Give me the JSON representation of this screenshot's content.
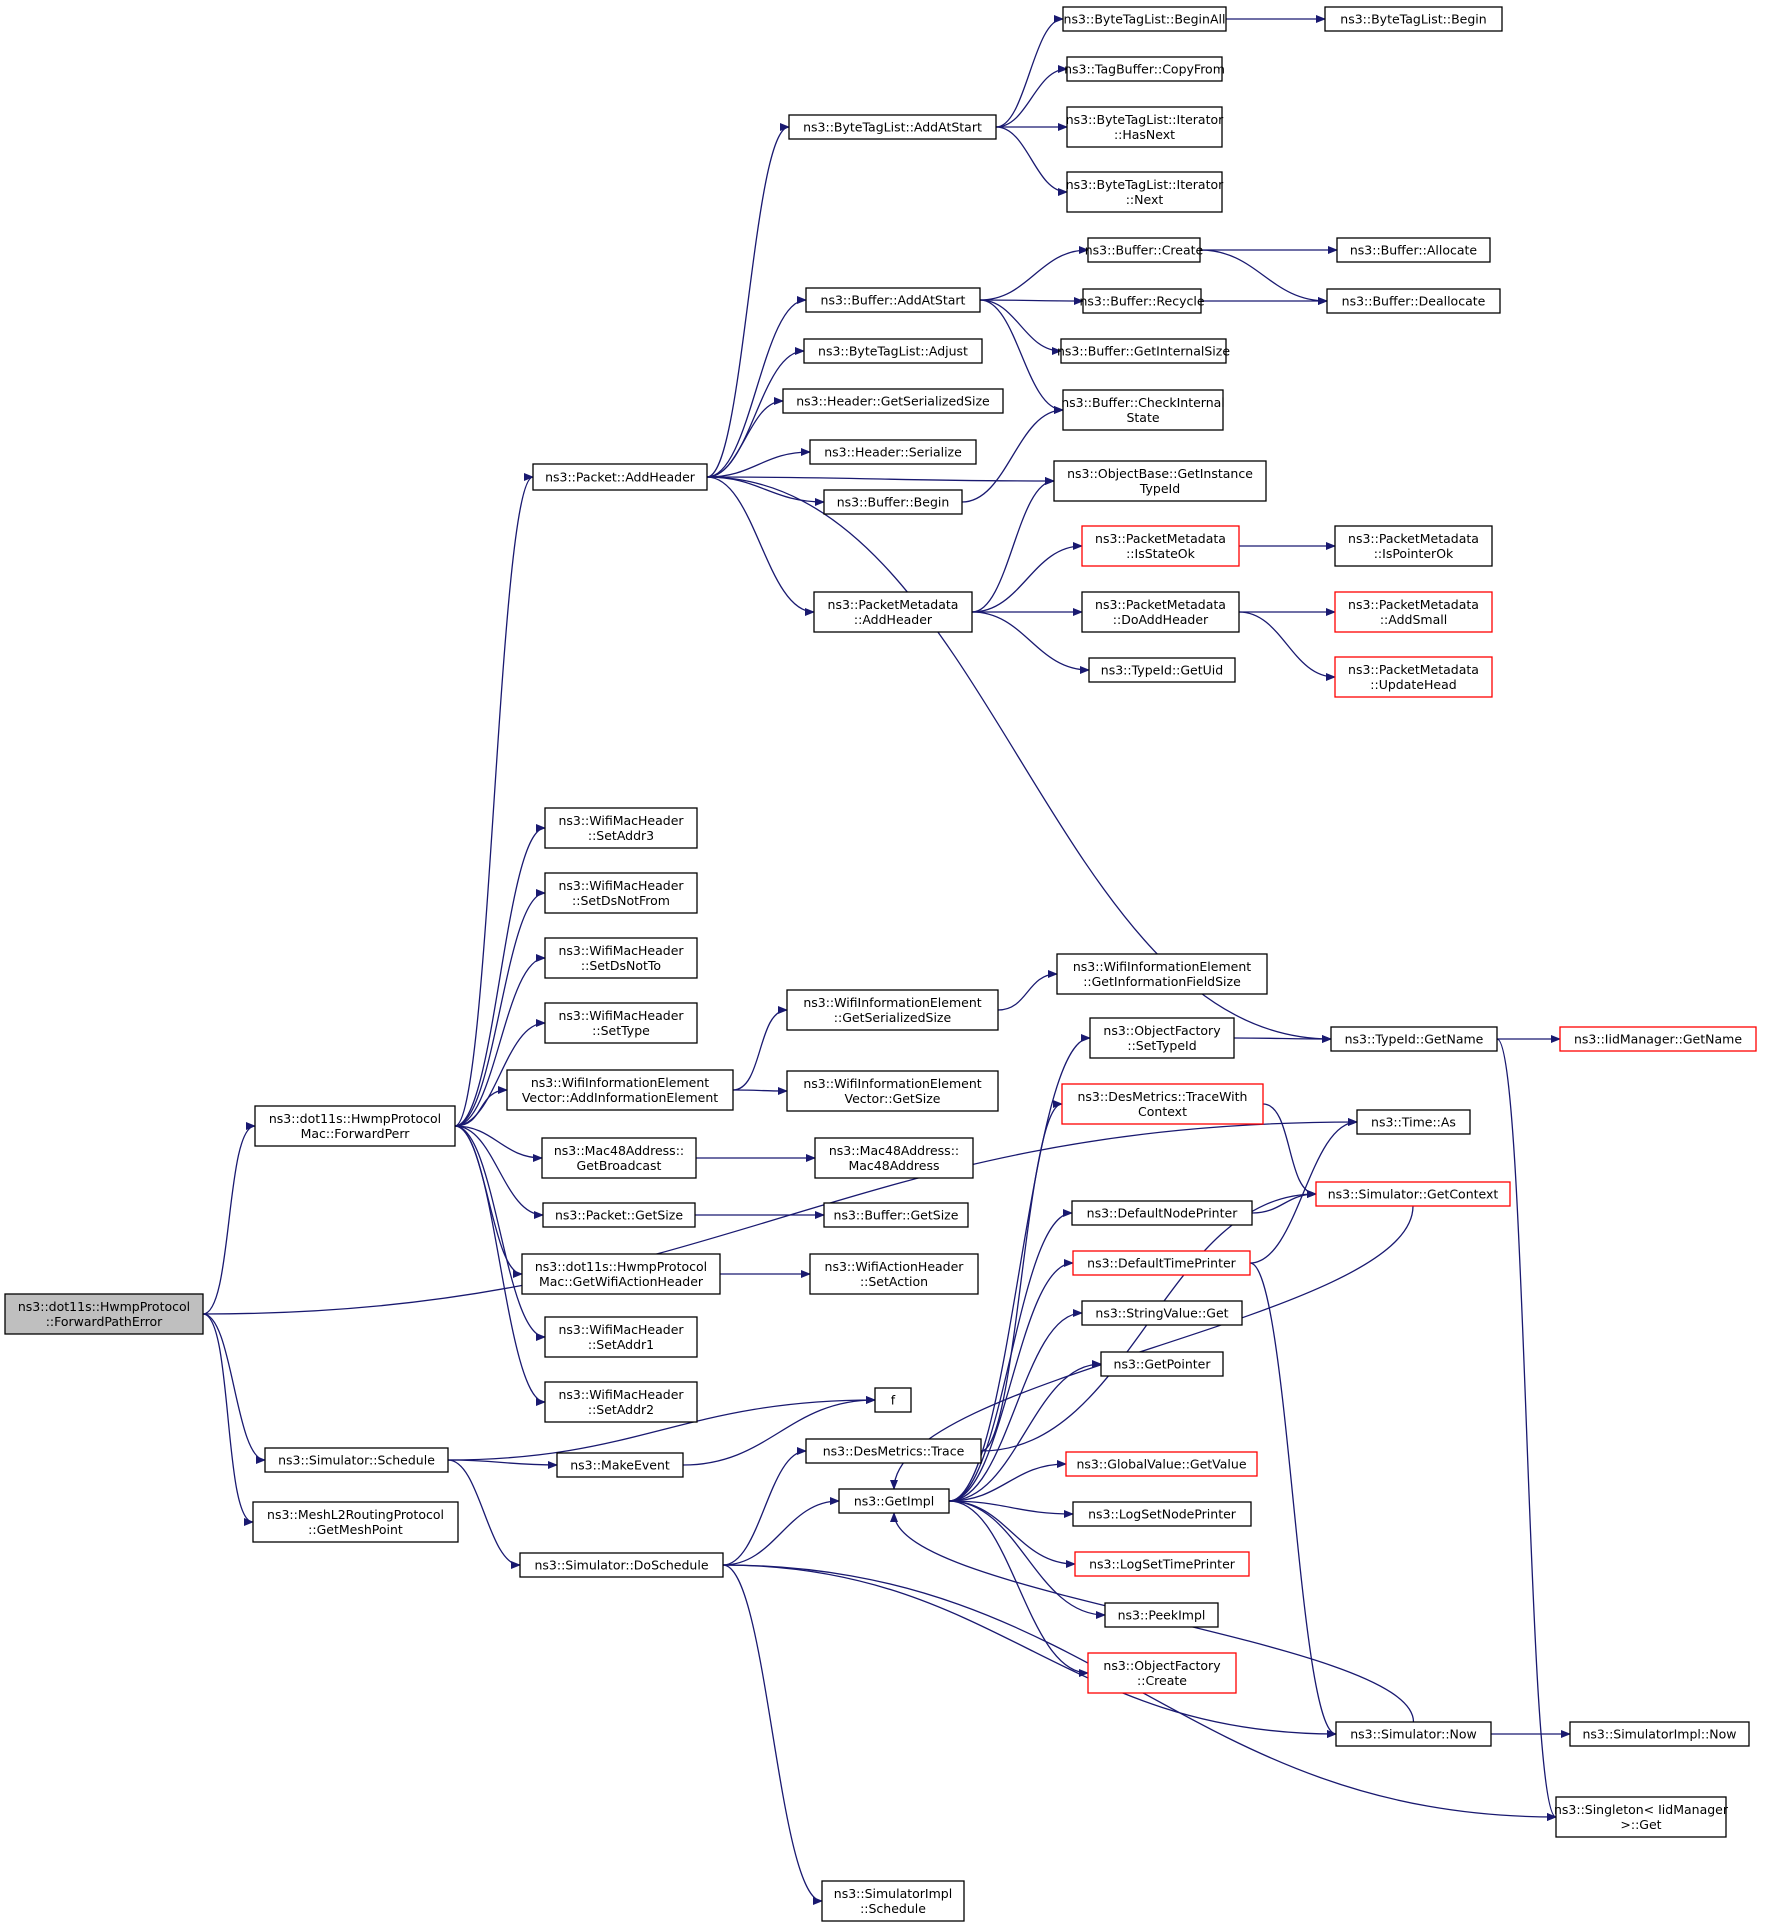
{
  "colors": {
    "edge": "#191970",
    "node_border": "#000000",
    "node_border_truncated": "#ff0000",
    "root_fill": "#bfbfbf"
  },
  "nodes": [
    {
      "id": "root",
      "lines": [
        "ns3::dot11s::HwmpProtocol",
        "::ForwardPathError"
      ],
      "style": "root"
    },
    {
      "id": "fwdperr",
      "lines": [
        "ns3::dot11s::HwmpProtocol",
        "Mac::ForwardPerr"
      ]
    },
    {
      "id": "simsched",
      "lines": [
        "ns3::Simulator::Schedule"
      ]
    },
    {
      "id": "getmesh",
      "lines": [
        "ns3::MeshL2RoutingProtocol",
        "::GetMeshPoint"
      ]
    },
    {
      "id": "pkt_addhdr",
      "lines": [
        "ns3::Packet::AddHeader"
      ]
    },
    {
      "id": "wmh_addr3",
      "lines": [
        "ns3::WifiMacHeader",
        "::SetAddr3"
      ]
    },
    {
      "id": "wmh_dsnotfrom",
      "lines": [
        "ns3::WifiMacHeader",
        "::SetDsNotFrom"
      ]
    },
    {
      "id": "wmh_dsnotto",
      "lines": [
        "ns3::WifiMacHeader",
        "::SetDsNotTo"
      ]
    },
    {
      "id": "wmh_settype",
      "lines": [
        "ns3::WifiMacHeader",
        "::SetType"
      ]
    },
    {
      "id": "wiev_add",
      "lines": [
        "ns3::WifiInformationElement",
        "Vector::AddInformationElement"
      ]
    },
    {
      "id": "mac48_bcast",
      "lines": [
        "ns3::Mac48Address::",
        "GetBroadcast"
      ]
    },
    {
      "id": "pkt_getsize",
      "lines": [
        "ns3::Packet::GetSize"
      ]
    },
    {
      "id": "hwmp_getwah",
      "lines": [
        "ns3::dot11s::HwmpProtocol",
        "Mac::GetWifiActionHeader"
      ]
    },
    {
      "id": "wmh_addr1",
      "lines": [
        "ns3::WifiMacHeader",
        "::SetAddr1"
      ]
    },
    {
      "id": "wmh_addr2",
      "lines": [
        "ns3::WifiMacHeader",
        "::SetAddr2"
      ]
    },
    {
      "id": "makeevent",
      "lines": [
        "ns3::MakeEvent"
      ]
    },
    {
      "id": "dosched",
      "lines": [
        "ns3::Simulator::DoSchedule"
      ]
    },
    {
      "id": "btl_addatstart",
      "lines": [
        "ns3::ByteTagList::AddAtStart"
      ]
    },
    {
      "id": "buf_addatstart",
      "lines": [
        "ns3::Buffer::AddAtStart"
      ]
    },
    {
      "id": "btl_adjust",
      "lines": [
        "ns3::ByteTagList::Adjust"
      ]
    },
    {
      "id": "hdr_getser",
      "lines": [
        "ns3::Header::GetSerializedSize"
      ]
    },
    {
      "id": "hdr_ser",
      "lines": [
        "ns3::Header::Serialize"
      ]
    },
    {
      "id": "buf_begin",
      "lines": [
        "ns3::Buffer::Begin"
      ]
    },
    {
      "id": "pm_addhdr",
      "lines": [
        "ns3::PacketMetadata",
        "::AddHeader"
      ]
    },
    {
      "id": "wie_getser",
      "lines": [
        "ns3::WifiInformationElement",
        "::GetSerializedSize"
      ]
    },
    {
      "id": "wiev_getsize",
      "lines": [
        "ns3::WifiInformationElement",
        "Vector::GetSize"
      ]
    },
    {
      "id": "mac48_ctor",
      "lines": [
        "ns3::Mac48Address::",
        "Mac48Address"
      ]
    },
    {
      "id": "buf_getsize",
      "lines": [
        "ns3::Buffer::GetSize"
      ]
    },
    {
      "id": "wah_setaction",
      "lines": [
        "ns3::WifiActionHeader",
        "::SetAction"
      ]
    },
    {
      "id": "f",
      "lines": [
        "f"
      ]
    },
    {
      "id": "desm_trace",
      "lines": [
        "ns3::DesMetrics::Trace"
      ]
    },
    {
      "id": "getimpl",
      "lines": [
        "ns3::GetImpl"
      ]
    },
    {
      "id": "simimpl_sched",
      "lines": [
        "ns3::SimulatorImpl",
        "::Schedule"
      ]
    },
    {
      "id": "btl_beginall",
      "lines": [
        "ns3::ByteTagList::BeginAll"
      ]
    },
    {
      "id": "tagbuf_copyfrom",
      "lines": [
        "ns3::TagBuffer::CopyFrom"
      ]
    },
    {
      "id": "btl_it_hasnext",
      "lines": [
        "ns3::ByteTagList::Iterator",
        "::HasNext"
      ]
    },
    {
      "id": "btl_it_next",
      "lines": [
        "ns3::ByteTagList::Iterator",
        "::Next"
      ]
    },
    {
      "id": "buf_create",
      "lines": [
        "ns3::Buffer::Create"
      ]
    },
    {
      "id": "buf_recycle",
      "lines": [
        "ns3::Buffer::Recycle"
      ]
    },
    {
      "id": "buf_getinternal",
      "lines": [
        "ns3::Buffer::GetInternalSize"
      ]
    },
    {
      "id": "buf_checkinternal",
      "lines": [
        "ns3::Buffer::CheckInternal",
        "State"
      ]
    },
    {
      "id": "ob_getinst",
      "lines": [
        "ns3::ObjectBase::GetInstance",
        "TypeId"
      ]
    },
    {
      "id": "pm_isstateok",
      "lines": [
        "ns3::PacketMetadata",
        "::IsStateOk"
      ],
      "style": "red"
    },
    {
      "id": "pm_doadd",
      "lines": [
        "ns3::PacketMetadata",
        "::DoAddHeader"
      ]
    },
    {
      "id": "typeid_getuid",
      "lines": [
        "ns3::TypeId::GetUid"
      ]
    },
    {
      "id": "wie_getinfo",
      "lines": [
        "ns3::WifiInformationElement",
        "::GetInformationFieldSize"
      ]
    },
    {
      "id": "of_settypeid",
      "lines": [
        "ns3::ObjectFactory",
        "::SetTypeId"
      ]
    },
    {
      "id": "desm_tracewith",
      "lines": [
        "ns3::DesMetrics::TraceWith",
        "Context"
      ],
      "style": "red"
    },
    {
      "id": "defnodeprinter",
      "lines": [
        "ns3::DefaultNodePrinter"
      ]
    },
    {
      "id": "deftimeprinter",
      "lines": [
        "ns3::DefaultTimePrinter"
      ],
      "style": "red"
    },
    {
      "id": "strval_get",
      "lines": [
        "ns3::StringValue::Get"
      ]
    },
    {
      "id": "getpointer",
      "lines": [
        "ns3::GetPointer"
      ]
    },
    {
      "id": "gv_getvalue",
      "lines": [
        "ns3::GlobalValue::GetValue"
      ],
      "style": "red"
    },
    {
      "id": "logsetnode",
      "lines": [
        "ns3::LogSetNodePrinter"
      ]
    },
    {
      "id": "logsettime",
      "lines": [
        "ns3::LogSetTimePrinter"
      ],
      "style": "red"
    },
    {
      "id": "peekimpl",
      "lines": [
        "ns3::PeekImpl"
      ]
    },
    {
      "id": "of_create",
      "lines": [
        "ns3::ObjectFactory",
        "::Create"
      ],
      "style": "red"
    },
    {
      "id": "btl_begin",
      "lines": [
        "ns3::ByteTagList::Begin"
      ]
    },
    {
      "id": "buf_allocate",
      "lines": [
        "ns3::Buffer::Allocate"
      ]
    },
    {
      "id": "buf_dealloc",
      "lines": [
        "ns3::Buffer::Deallocate"
      ]
    },
    {
      "id": "pm_isptrok",
      "lines": [
        "ns3::PacketMetadata",
        "::IsPointerOk"
      ]
    },
    {
      "id": "pm_addsmall",
      "lines": [
        "ns3::PacketMetadata",
        "::AddSmall"
      ],
      "style": "red"
    },
    {
      "id": "pm_updatehead",
      "lines": [
        "ns3::PacketMetadata",
        "::UpdateHead"
      ],
      "style": "red"
    },
    {
      "id": "typeid_getname",
      "lines": [
        "ns3::TypeId::GetName"
      ]
    },
    {
      "id": "time_as",
      "lines": [
        "ns3::Time::As"
      ]
    },
    {
      "id": "sim_getctx",
      "lines": [
        "ns3::Simulator::GetContext"
      ],
      "style": "red"
    },
    {
      "id": "sim_now",
      "lines": [
        "ns3::Simulator::Now"
      ]
    },
    {
      "id": "singleton_get",
      "lines": [
        "ns3::Singleton< IidManager",
        ">::Get"
      ]
    },
    {
      "id": "iid_getname",
      "lines": [
        "ns3::IidManager::GetName"
      ],
      "style": "red"
    },
    {
      "id": "simimpl_now",
      "lines": [
        "ns3::SimulatorImpl::Now"
      ]
    }
  ],
  "edges": [
    [
      "root",
      "fwdperr"
    ],
    [
      "root",
      "simsched"
    ],
    [
      "root",
      "getmesh"
    ],
    [
      "root",
      "time_as"
    ],
    [
      "fwdperr",
      "pkt_addhdr"
    ],
    [
      "fwdperr",
      "wmh_addr3"
    ],
    [
      "fwdperr",
      "wmh_dsnotfrom"
    ],
    [
      "fwdperr",
      "wmh_dsnotto"
    ],
    [
      "fwdperr",
      "wmh_settype"
    ],
    [
      "fwdperr",
      "wiev_add"
    ],
    [
      "fwdperr",
      "mac48_bcast"
    ],
    [
      "fwdperr",
      "pkt_getsize"
    ],
    [
      "fwdperr",
      "hwmp_getwah"
    ],
    [
      "fwdperr",
      "wmh_addr1"
    ],
    [
      "fwdperr",
      "wmh_addr2"
    ],
    [
      "simsched",
      "makeevent"
    ],
    [
      "simsched",
      "f"
    ],
    [
      "simsched",
      "dosched"
    ],
    [
      "pkt_addhdr",
      "btl_addatstart"
    ],
    [
      "pkt_addhdr",
      "buf_addatstart"
    ],
    [
      "pkt_addhdr",
      "btl_adjust"
    ],
    [
      "pkt_addhdr",
      "hdr_getser"
    ],
    [
      "pkt_addhdr",
      "hdr_ser"
    ],
    [
      "pkt_addhdr",
      "buf_begin"
    ],
    [
      "pkt_addhdr",
      "ob_getinst"
    ],
    [
      "pkt_addhdr",
      "pm_addhdr"
    ],
    [
      "pkt_addhdr",
      "typeid_getname"
    ],
    [
      "btl_addatstart",
      "btl_beginall"
    ],
    [
      "btl_addatstart",
      "tagbuf_copyfrom"
    ],
    [
      "btl_addatstart",
      "btl_it_hasnext"
    ],
    [
      "btl_addatstart",
      "btl_it_next"
    ],
    [
      "btl_beginall",
      "btl_begin"
    ],
    [
      "buf_addatstart",
      "buf_create"
    ],
    [
      "buf_addatstart",
      "buf_recycle"
    ],
    [
      "buf_addatstart",
      "buf_getinternal"
    ],
    [
      "buf_addatstart",
      "buf_checkinternal"
    ],
    [
      "buf_create",
      "buf_allocate"
    ],
    [
      "buf_create",
      "buf_dealloc"
    ],
    [
      "buf_recycle",
      "buf_dealloc"
    ],
    [
      "buf_begin",
      "buf_checkinternal"
    ],
    [
      "pm_addhdr",
      "ob_getinst"
    ],
    [
      "pm_addhdr",
      "pm_isstateok"
    ],
    [
      "pm_addhdr",
      "pm_doadd"
    ],
    [
      "pm_addhdr",
      "typeid_getuid"
    ],
    [
      "pm_isstateok",
      "pm_isptrok"
    ],
    [
      "pm_doadd",
      "pm_addsmall"
    ],
    [
      "pm_doadd",
      "pm_updatehead"
    ],
    [
      "wiev_add",
      "wie_getser"
    ],
    [
      "wiev_add",
      "wiev_getsize"
    ],
    [
      "wie_getser",
      "wie_getinfo"
    ],
    [
      "mac48_bcast",
      "mac48_ctor"
    ],
    [
      "pkt_getsize",
      "buf_getsize"
    ],
    [
      "hwmp_getwah",
      "wah_setaction"
    ],
    [
      "makeevent",
      "f"
    ],
    [
      "dosched",
      "desm_trace"
    ],
    [
      "dosched",
      "getimpl"
    ],
    [
      "dosched",
      "sim_now"
    ],
    [
      "dosched",
      "simimpl_sched"
    ],
    [
      "dosched",
      "singleton_get"
    ],
    [
      "desm_trace",
      "desm_tracewith"
    ],
    [
      "desm_trace",
      "sim_getctx"
    ],
    [
      "getimpl",
      "of_settypeid"
    ],
    [
      "getimpl",
      "defnodeprinter"
    ],
    [
      "getimpl",
      "deftimeprinter"
    ],
    [
      "getimpl",
      "strval_get"
    ],
    [
      "getimpl",
      "getpointer"
    ],
    [
      "getimpl",
      "gv_getvalue"
    ],
    [
      "getimpl",
      "logsetnode"
    ],
    [
      "getimpl",
      "logsettime"
    ],
    [
      "getimpl",
      "peekimpl"
    ],
    [
      "getimpl",
      "of_create"
    ],
    [
      "desm_tracewith",
      "sim_getctx"
    ],
    [
      "defnodeprinter",
      "sim_getctx"
    ],
    [
      "deftimeprinter",
      "time_as"
    ],
    [
      "deftimeprinter",
      "sim_now"
    ],
    [
      "sim_getctx",
      "getimpl"
    ],
    [
      "sim_now",
      "getimpl"
    ],
    [
      "sim_now",
      "simimpl_now"
    ],
    [
      "of_settypeid",
      "typeid_getname"
    ],
    [
      "typeid_getname",
      "iid_getname"
    ],
    [
      "typeid_getname",
      "singleton_get"
    ]
  ]
}
